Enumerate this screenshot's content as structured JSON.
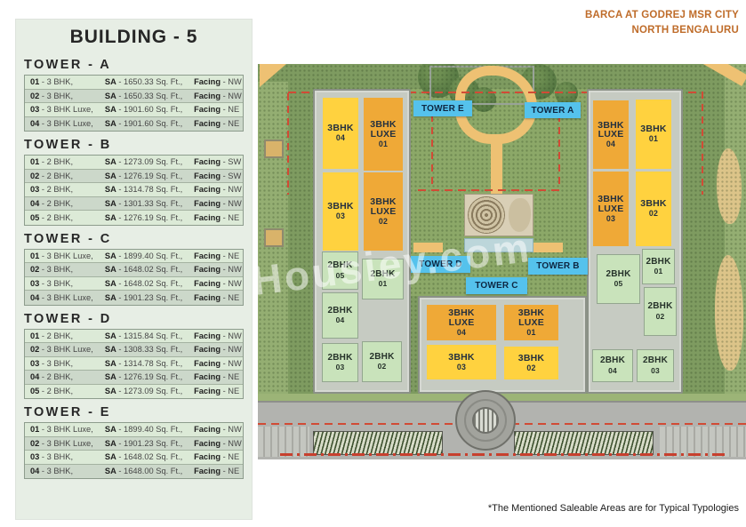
{
  "header": {
    "project_name": "BARCA AT GODREJ MSR CITY",
    "project_location": "NORTH BENGALURU"
  },
  "sidebar": {
    "building_title": "BUILDING - 5",
    "sa_prefix": "SA",
    "facing_prefix": "Facing",
    "towers": [
      {
        "id": "A",
        "name": "TOWER - A",
        "units": [
          {
            "no": "01",
            "type": "3 BHK",
            "sa": "1650.33 Sq. Ft.",
            "facing": "NW"
          },
          {
            "no": "02",
            "type": "3 BHK",
            "sa": "1650.33 Sq. Ft.",
            "facing": "NW"
          },
          {
            "no": "03",
            "type": "3 BHK Luxe",
            "sa": "1901.60 Sq. Ft.",
            "facing": "NE"
          },
          {
            "no": "04",
            "type": "3 BHK Luxe",
            "sa": "1901.60 Sq. Ft.",
            "facing": "NE"
          }
        ]
      },
      {
        "id": "B",
        "name": "TOWER - B",
        "units": [
          {
            "no": "01",
            "type": "2 BHK",
            "sa": "1273.09 Sq. Ft.",
            "facing": "SW"
          },
          {
            "no": "02",
            "type": "2 BHK",
            "sa": "1276.19 Sq. Ft.",
            "facing": "SW"
          },
          {
            "no": "03",
            "type": "2 BHK",
            "sa": "1314.78 Sq. Ft.",
            "facing": "NW"
          },
          {
            "no": "04",
            "type": "2 BHK",
            "sa": "1301.33 Sq. Ft.",
            "facing": "NW"
          },
          {
            "no": "05",
            "type": "2 BHK",
            "sa": "1276.19 Sq. Ft.",
            "facing": "NE"
          }
        ]
      },
      {
        "id": "C",
        "name": "TOWER - C",
        "units": [
          {
            "no": "01",
            "type": "3 BHK Luxe",
            "sa": "1899.40 Sq. Ft.",
            "facing": "NE"
          },
          {
            "no": "02",
            "type": "3 BHK",
            "sa": "1648.02 Sq. Ft.",
            "facing": "NW"
          },
          {
            "no": "03",
            "type": "3 BHK",
            "sa": "1648.02 Sq. Ft.",
            "facing": "NW"
          },
          {
            "no": "04",
            "type": "3 BHK Luxe",
            "sa": "1901.23 Sq. Ft.",
            "facing": "NE"
          }
        ]
      },
      {
        "id": "D",
        "name": "TOWER - D",
        "units": [
          {
            "no": "01",
            "type": "2 BHK",
            "sa": "1315.84 Sq. Ft.",
            "facing": "NW"
          },
          {
            "no": "02",
            "type": "3 BHK Luxe",
            "sa": "1308.33 Sq. Ft.",
            "facing": "NW"
          },
          {
            "no": "03",
            "type": "3 BHK",
            "sa": "1314.78 Sq. Ft.",
            "facing": "NW"
          },
          {
            "no": "04",
            "type": "2 BHK",
            "sa": "1276.19 Sq. Ft.",
            "facing": "NE"
          },
          {
            "no": "05",
            "type": "2 BHK",
            "sa": "1273.09 Sq. Ft.",
            "facing": "NE"
          }
        ]
      },
      {
        "id": "E",
        "name": "TOWER - E",
        "units": [
          {
            "no": "01",
            "type": "3 BHK Luxe",
            "sa": "1899.40 Sq. Ft.",
            "facing": "NW"
          },
          {
            "no": "02",
            "type": "3 BHK Luxe",
            "sa": "1901.23 Sq. Ft.",
            "facing": "NW"
          },
          {
            "no": "03",
            "type": "3 BHK",
            "sa": "1648.02 Sq. Ft.",
            "facing": "NE"
          },
          {
            "no": "04",
            "type": "3 BHK",
            "sa": "1648.00 Sq. Ft.",
            "facing": "NE"
          }
        ]
      }
    ]
  },
  "map": {
    "watermark": "Housiey.com",
    "tower_labels": [
      {
        "id": "E",
        "label": "TOWER E"
      },
      {
        "id": "A",
        "label": "TOWER A"
      },
      {
        "id": "D",
        "label": "TOWER D"
      },
      {
        "id": "B",
        "label": "TOWER B"
      },
      {
        "id": "C",
        "label": "TOWER C"
      }
    ],
    "units": [
      {
        "tower": "E",
        "type": "3BHK",
        "no": "04",
        "variant": "yellow"
      },
      {
        "tower": "E",
        "type": "3BHK",
        "luxe": "LUXE",
        "no": "01",
        "variant": "luxe"
      },
      {
        "tower": "E",
        "type": "3BHK",
        "no": "03",
        "variant": "yellow"
      },
      {
        "tower": "E",
        "type": "3BHK",
        "luxe": "LUXE",
        "no": "02",
        "variant": "luxe"
      },
      {
        "tower": "A",
        "type": "3BHK",
        "luxe": "LUXE",
        "no": "04",
        "variant": "luxe"
      },
      {
        "tower": "A",
        "type": "3BHK",
        "no": "01",
        "variant": "yellow"
      },
      {
        "tower": "A",
        "type": "3BHK",
        "luxe": "LUXE",
        "no": "03",
        "variant": "luxe"
      },
      {
        "tower": "A",
        "type": "3BHK",
        "no": "02",
        "variant": "yellow"
      },
      {
        "tower": "D",
        "type": "2BHK",
        "no": "05",
        "variant": "green"
      },
      {
        "tower": "D",
        "type": "2BHK",
        "no": "01",
        "variant": "green"
      },
      {
        "tower": "D",
        "type": "2BHK",
        "no": "04",
        "variant": "green"
      },
      {
        "tower": "D",
        "type": "2BHK",
        "no": "03",
        "variant": "green"
      },
      {
        "tower": "D",
        "type": "2BHK",
        "no": "02",
        "variant": "green"
      },
      {
        "tower": "C",
        "type": "3BHK",
        "luxe": "LUXE",
        "no": "04",
        "variant": "luxe"
      },
      {
        "tower": "C",
        "type": "3BHK",
        "luxe": "LUXE",
        "no": "01",
        "variant": "luxe"
      },
      {
        "tower": "C",
        "type": "3BHK",
        "no": "03",
        "variant": "yellow"
      },
      {
        "tower": "C",
        "type": "3BHK",
        "no": "02",
        "variant": "yellow"
      },
      {
        "tower": "B",
        "type": "2BHK",
        "no": "05",
        "variant": "green"
      },
      {
        "tower": "B",
        "type": "2BHK",
        "no": "01",
        "variant": "green"
      },
      {
        "tower": "B",
        "type": "2BHK",
        "no": "02",
        "variant": "green"
      },
      {
        "tower": "B",
        "type": "2BHK",
        "no": "04",
        "variant": "green"
      },
      {
        "tower": "B",
        "type": "2BHK",
        "no": "03",
        "variant": "green"
      }
    ]
  },
  "footer": {
    "note": "*The Mentioned Saleable Areas are for Typical Typologies"
  },
  "colors": {
    "accent_orange": "#bf6c2a",
    "unit_yellow": "#ffd23f",
    "unit_luxe_orange": "#efa937",
    "unit_green": "#c9e3bb",
    "tower_label_blue": "#55c2ec",
    "boundary_red": "#d14b35",
    "sidebar_bg": "#e7eee5",
    "lawn_green": "#7e9b60",
    "path_tan": "#eec173",
    "road_gray": "#b2b3af"
  }
}
